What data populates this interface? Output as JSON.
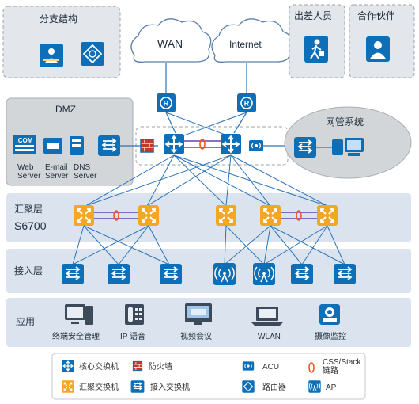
{
  "branch": {
    "title": "分支结构"
  },
  "wan": {
    "label": "WAN"
  },
  "internet": {
    "label": "Internet"
  },
  "travel": {
    "title": "出差人员"
  },
  "partner": {
    "title": "合作伙伴"
  },
  "dmz": {
    "title": "DMZ",
    "com_text": ".COM",
    "servers": [
      "Web Server",
      "E-mail Server",
      "DNS Server"
    ]
  },
  "netmgmt": {
    "title": "网管系统"
  },
  "aggregation": {
    "title": "汇聚层",
    "model": "S6700"
  },
  "access": {
    "title": "接入层"
  },
  "application": {
    "title": "应用",
    "items": [
      "终端安全管理",
      "IP 语音",
      "视频会议",
      "WLAN",
      "摄像监控"
    ]
  },
  "legend": {
    "core_switch": "核心交换机",
    "firewall": "防火墙",
    "acu": "ACU",
    "css_stack": "CSS/Stack 链路",
    "agg_switch": "汇聚交换机",
    "access_switch": "接入交换机",
    "router": "路由器",
    "ap": "AP"
  },
  "colors": {
    "blue": "#0d6fb8",
    "orange": "#f5a623",
    "panel": "#e3e9f1",
    "dmz_panel": "#d6d8da",
    "line": "#2a73b8"
  }
}
